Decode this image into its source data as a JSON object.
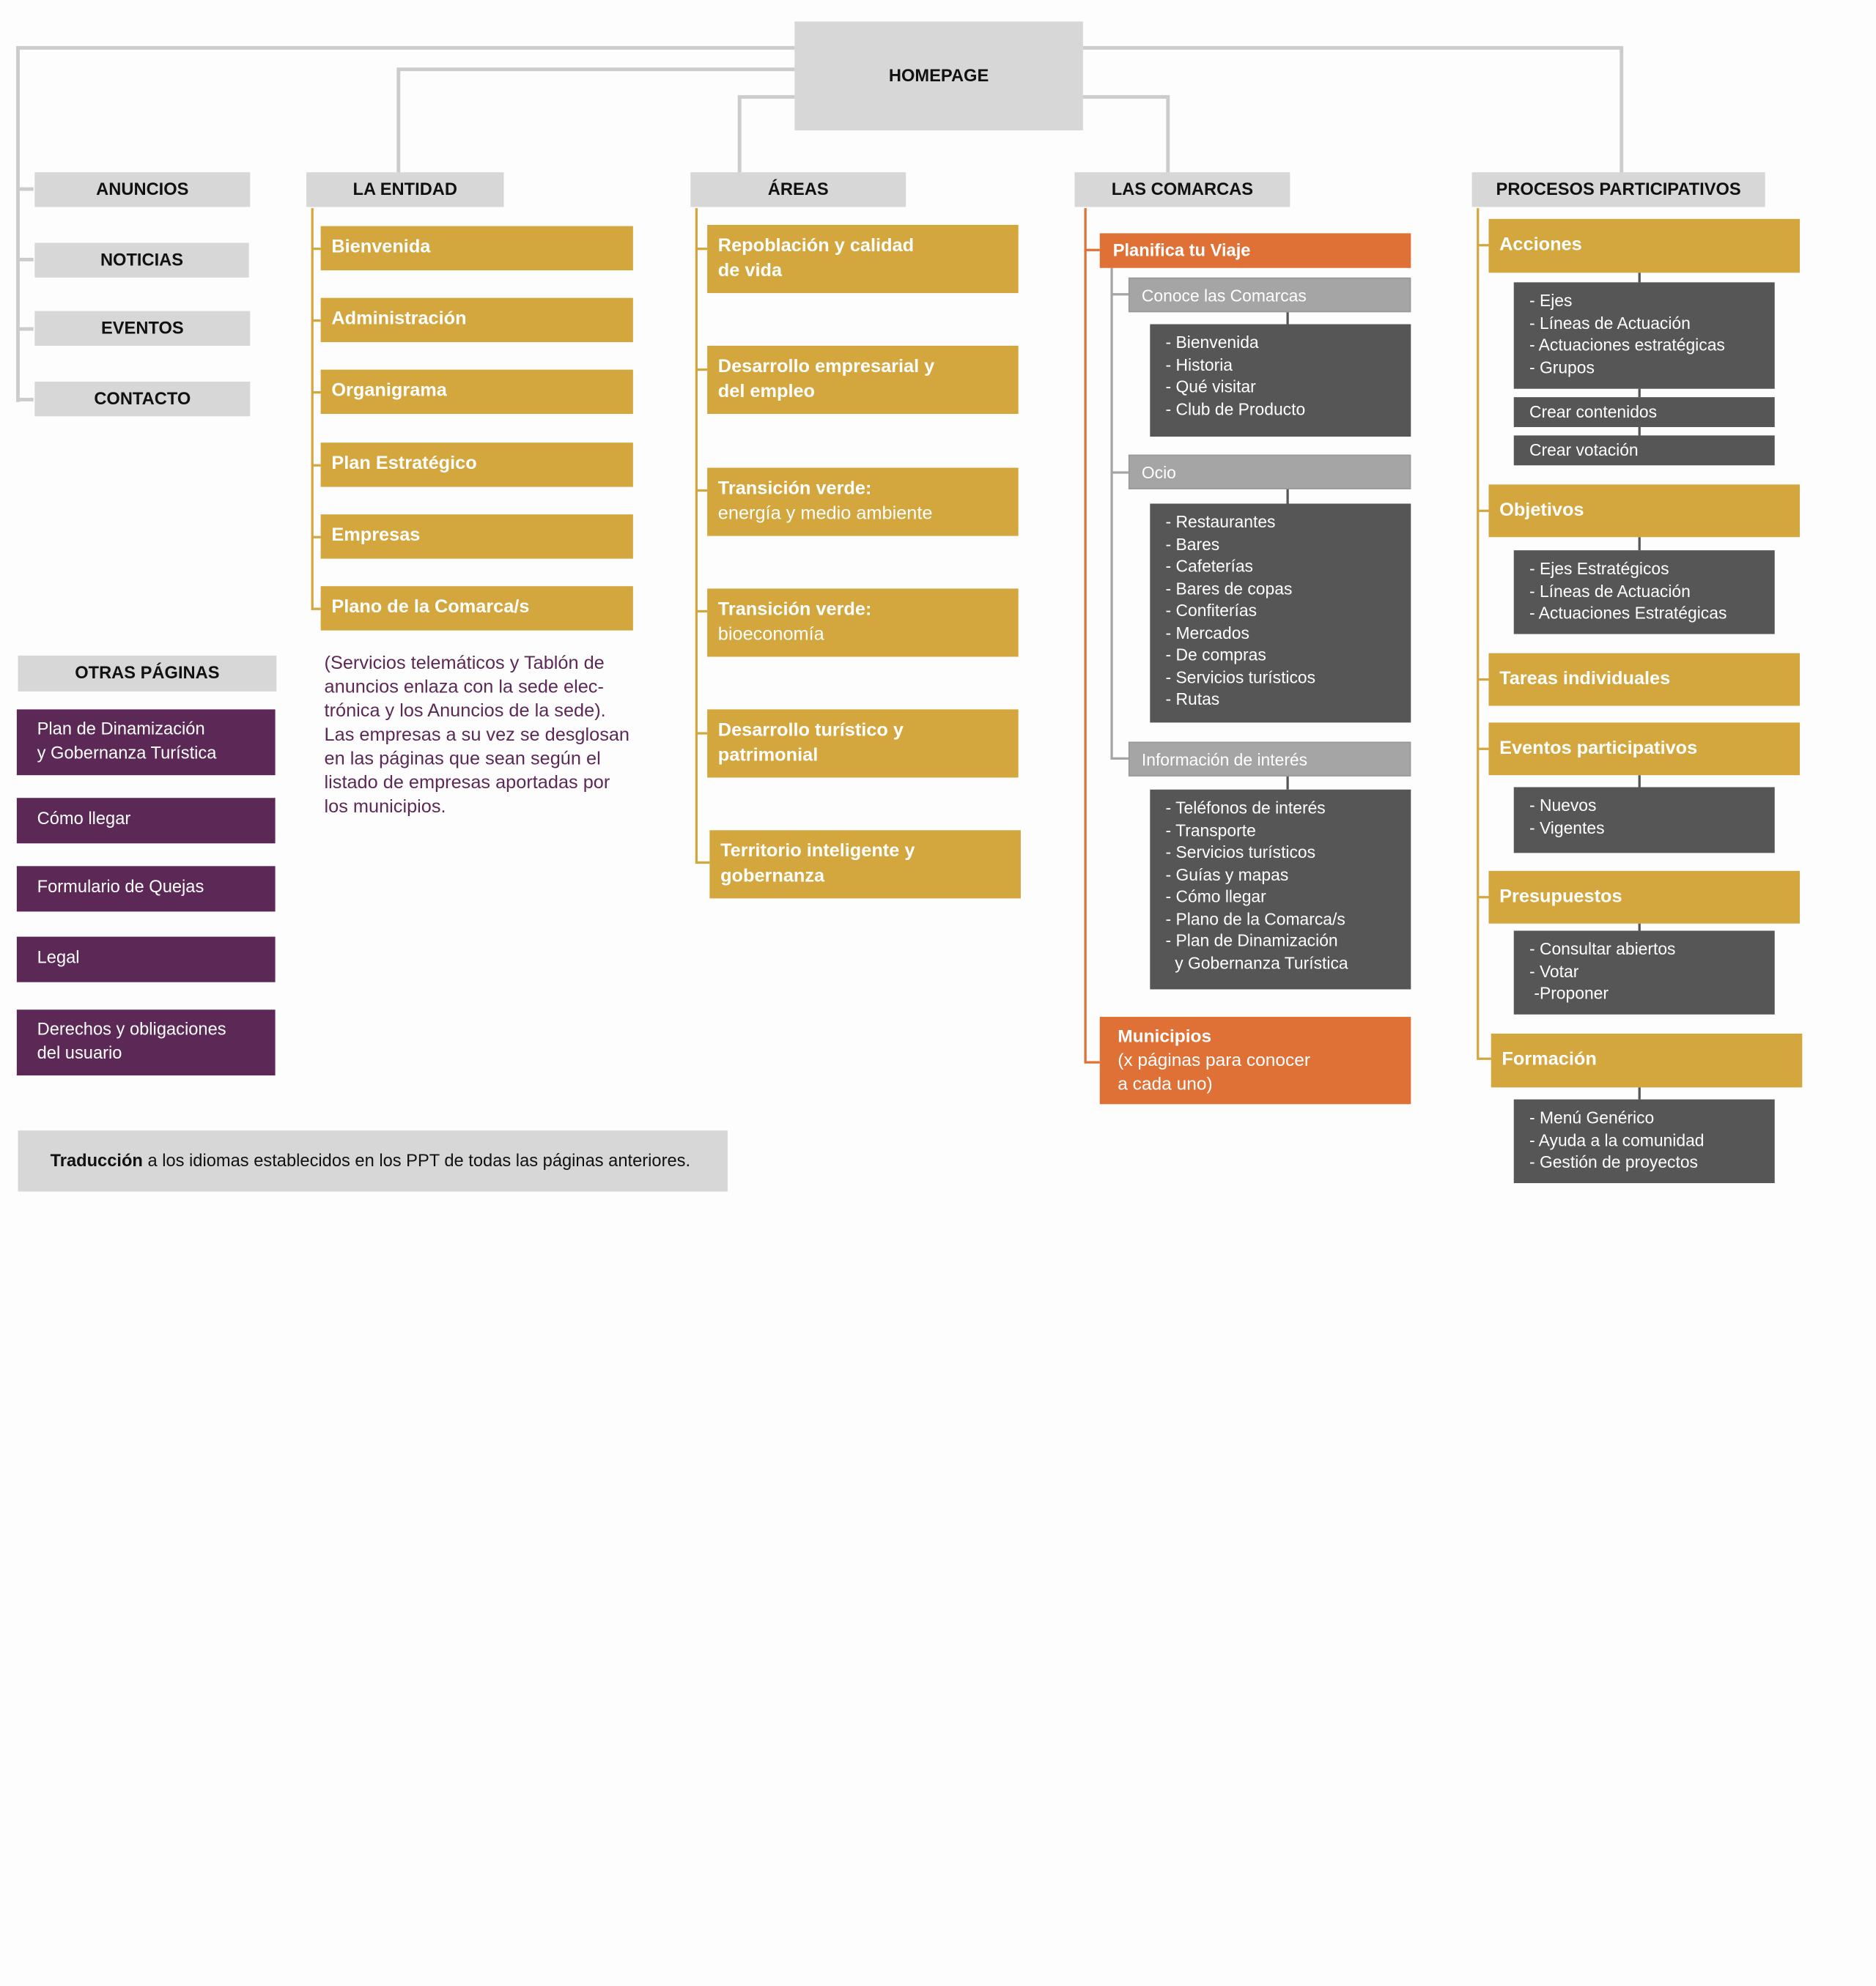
{
  "homepage": "HOMEPAGE",
  "sections": {
    "anuncios": "ANUNCIOS",
    "noticias": "NOTICIAS",
    "eventos": "EVENTOS",
    "contacto": "CONTACTO",
    "la_entidad": "LA ENTIDAD",
    "areas": "ÁREAS",
    "las_comarcas": "LAS COMARCAS",
    "procesos": "PROCESOS PARTICIPATIVOS"
  },
  "entidad_items": [
    "Bienvenida",
    "Administración",
    "Organigrama",
    "Plan Estratégico",
    "Empresas",
    "Plano de la Comarca/s"
  ],
  "entidad_note": [
    "(Servicios telemáticos y Tablón de",
    "anuncios enlaza con la sede elec-",
    "trónica y los Anuncios de la sede).",
    "Las empresas a su vez se desglosan",
    "en las páginas que sean según el",
    "listado de empresas aportadas por",
    "los municipios."
  ],
  "areas_items": [
    {
      "title": "Repoblación y calidad",
      "title2": "de vida",
      "sub": ""
    },
    {
      "title": "Desarrollo empresarial y",
      "title2": "del empleo",
      "sub": ""
    },
    {
      "title": "Transición verde:",
      "title2": "",
      "sub": "energía y medio ambiente"
    },
    {
      "title": "Transición verde:",
      "title2": "",
      "sub": "bioeconomía"
    },
    {
      "title": "Desarrollo turístico y",
      "title2": "patrimonial",
      "sub": ""
    },
    {
      "title": "Territorio inteligente y",
      "title2": "gobernanza",
      "sub": ""
    }
  ],
  "comarcas": {
    "planifica": "Planifica tu Viaje",
    "conoce": {
      "label": "Conoce las Comarcas",
      "items": [
        "- Bienvenida",
        "- Historia",
        "- Qué visitar",
        "- Club de Producto"
      ]
    },
    "ocio": {
      "label": "Ocio",
      "items": [
        "- Restaurantes",
        "- Bares",
        "- Cafeterías",
        "- Bares de copas",
        "- Confiterías",
        "- Mercados",
        "- De compras",
        "- Servicios turísticos",
        "- Rutas"
      ]
    },
    "info": {
      "label": "Información de interés",
      "items": [
        "- Teléfonos de interés",
        "- Transporte",
        "- Servicios turísticos",
        "- Guías y mapas",
        "- Cómo llegar",
        "- Plano de la Comarca/s",
        "- Plan de Dinamización",
        "  y Gobernanza Turística"
      ]
    },
    "municipios": {
      "title": "Municipios",
      "line2": "(x páginas para conocer",
      "line3": "a cada uno)"
    }
  },
  "procesos": {
    "acciones": {
      "label": "Acciones",
      "items": [
        "- Ejes",
        "- Líneas de Actuación",
        "- Actuaciones estratégicas",
        "- Grupos"
      ],
      "crear_contenidos": "Crear contenidos",
      "crear_votacion": "Crear votación"
    },
    "objetivos": {
      "label": "Objetivos",
      "items": [
        "- Ejes Estratégicos",
        "- Líneas de Actuación",
        "- Actuaciones Estratégicas"
      ]
    },
    "tareas": {
      "label": "Tareas individuales"
    },
    "eventos": {
      "label": "Eventos participativos",
      "items": [
        "- Nuevos",
        "- Vigentes"
      ]
    },
    "presupuestos": {
      "label": "Presupuestos",
      "items": [
        "- Consultar abiertos",
        "- Votar",
        " -Proponer"
      ]
    },
    "formacion": {
      "label": "Formación",
      "items": [
        "- Menú Genérico",
        "- Ayuda a la comunidad",
        "- Gestión de proyectos"
      ]
    }
  },
  "otras": {
    "label": "OTRAS PÁGINAS",
    "items": [
      {
        "l1": "Plan de Dinamización",
        "l2": "y Gobernanza Turística"
      },
      {
        "l1": "Cómo llegar",
        "l2": ""
      },
      {
        "l1": "Formulario de Quejas",
        "l2": ""
      },
      {
        "l1": "Legal",
        "l2": ""
      },
      {
        "l1": "Derechos y obligaciones",
        "l2": "del usuario"
      }
    ]
  },
  "traduccion": {
    "bold": "Traducción",
    "rest": "a los idiomas establecidos en los PPT de todas las páginas anteriores."
  },
  "colors": {
    "gold": "#d4a73e",
    "orange": "#e07136",
    "purple": "#5c2856",
    "dark": "#565656",
    "grey": "#d7d7d7",
    "line_grey": "#cccccc"
  }
}
